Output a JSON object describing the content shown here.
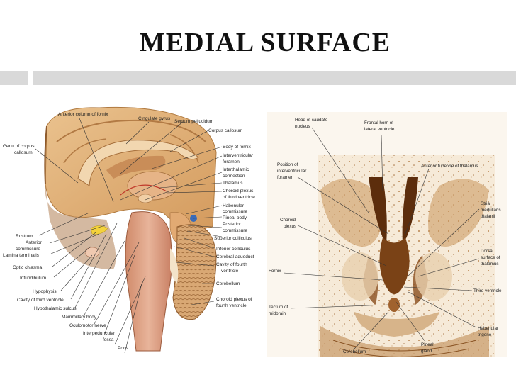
{
  "slide": {
    "title": "MEDIAL SURFACE"
  },
  "left_figure": {
    "labels": {
      "anterior_column_of_fornix": "Anterior column of fornix",
      "cingulate_gyrus": "Cingulate gyrus",
      "septum_pellucidum": "Septum pellucidum",
      "corpus_callosum": "Corpus callosum",
      "genu_line1": "Genu of corpus",
      "genu_line2": "callosum",
      "body_of_fornix": "Body of fornix",
      "iv_foramen_line1": "Interventricular",
      "iv_foramen_line2": "foramen",
      "interthalamic_line1": "Interthalamic",
      "interthalamic_line2": "connection",
      "thalamus": "Thalamus",
      "choroid_third_line1": "Choroid plexus",
      "choroid_third_line2": "of third ventricle",
      "habenular_line1": "Habenular",
      "habenular_line2": "commissure",
      "pineal_body": "Pineal body",
      "posterior_comm_line1": "Posterior",
      "posterior_comm_line2": "commissure",
      "superior_colliculus": "Superior colliculus",
      "rostrum": "Rostrum",
      "anterior_line1": "Anterior",
      "anterior_line2": "commissure",
      "lamina_terminalis": "Lamina terminalis",
      "optic_chiasma": "Optic chiasma",
      "infundibulum": "Infundibulum",
      "hypophysis": "Hypophysis",
      "cavity_third": "Cavity of third ventricle",
      "hypothalamic_sulcus": "Hypothalamic sulcus",
      "mammillary_body": "Mammillary body",
      "oculomotor_nerve": "Oculomotor nerve",
      "interpeduncular_line1": "Interpeduncular",
      "interpeduncular_line2": "fossa",
      "pons": "Pons",
      "inferior_colliculus": "Inferior colliculus",
      "cerebral_aqueduct": "Cerebral aqueduct",
      "cavity_fourth_line1": "Cavity of fourth",
      "cavity_fourth_line2": "ventricle",
      "cerebellum": "Cerebellum",
      "choroid_fourth_line1": "Choroid plexus of",
      "choroid_fourth_line2": "fourth ventricle"
    }
  },
  "right_figure": {
    "labels": {
      "head_caudate_line1": "Head of caudate",
      "head_caudate_line2": "nucleus",
      "frontal_horn_line1": "Frontal horn of",
      "frontal_horn_line2": "lateral ventricle",
      "position_line1": "Position of",
      "position_line2": "interventricular",
      "position_line3": "foramen",
      "anterior_tubercle": "Anterior tubercle of thalamus",
      "choroid_line1": "Choroid",
      "choroid_line2": "plexus",
      "stria_line1": "Stria",
      "stria_line2": "medullaris",
      "stria_line3": "thalami",
      "dorsal_line1": "Dorsal",
      "dorsal_line2": "surface of",
      "dorsal_line3": "thalamus",
      "fornix": "Fornix",
      "third_ventricle": "Third ventricle",
      "tectum_line1": "Tectum of",
      "tectum_line2": "midbrain",
      "habenular_line1": "Habenular",
      "habenular_line2": "trigone",
      "pineal_line1": "Pineal",
      "pineal_line2": "gland",
      "cerebellum": "Cerebellum"
    }
  },
  "colors": {
    "background": "#ffffff",
    "title_text": "#111111",
    "bar": "#d9d9d9",
    "cortex_tan": "#e3b47d",
    "cortex_dark": "#b27a44",
    "stain_brown": "#7a4216"
  }
}
